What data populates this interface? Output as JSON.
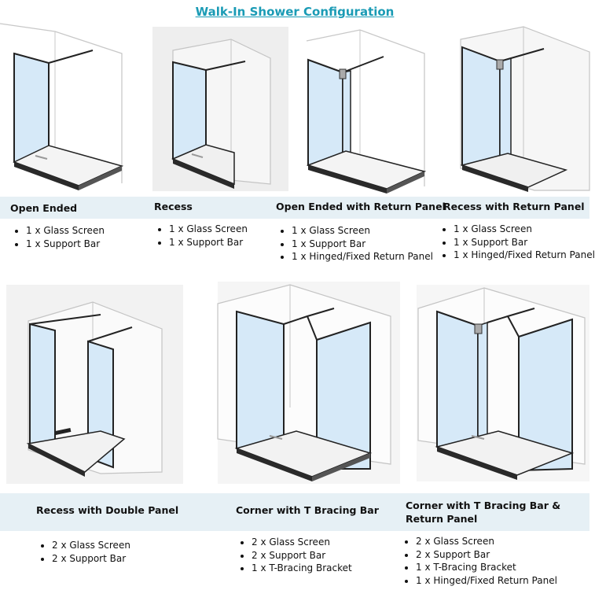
{
  "title": "Walk-In Shower Configuration",
  "configs": [
    {
      "label": "Open Ended",
      "items": [
        "1 x Glass Screen",
        "1 x Support Bar"
      ]
    },
    {
      "label": "Recess",
      "items": [
        "1 x Glass Screen",
        "1 x Support Bar"
      ]
    },
    {
      "label": "Open Ended with Return Panel",
      "items": [
        "1 x Glass Screen",
        "1 x Support Bar",
        "1 x Hinged/Fixed Return Panel"
      ]
    },
    {
      "label": "Recess with Return Panel",
      "items": [
        "1 x Glass Screen",
        "1 x Support Bar",
        "1 x Hinged/Fixed Return Panel"
      ]
    },
    {
      "label": "Recess with Double Panel",
      "items": [
        "2 x Glass Screen",
        "2 x Support Bar"
      ]
    },
    {
      "label": "Corner with T Bracing Bar",
      "items": [
        "2 x Glass Screen",
        "2 x Support Bar",
        "1 x T-Bracing Bracket"
      ]
    },
    {
      "label": "Corner with T Bracing Bar & Return Panel",
      "items": [
        "2 x Glass Screen",
        "2 x  Support Bar",
        "1 x T-Bracing Bracket",
        "1 x Hinged/Fixed Return Panel"
      ]
    }
  ],
  "colors": {
    "title": "#1a9bb5",
    "band": "#e6f0f5",
    "glass": "#d6e9f8"
  }
}
